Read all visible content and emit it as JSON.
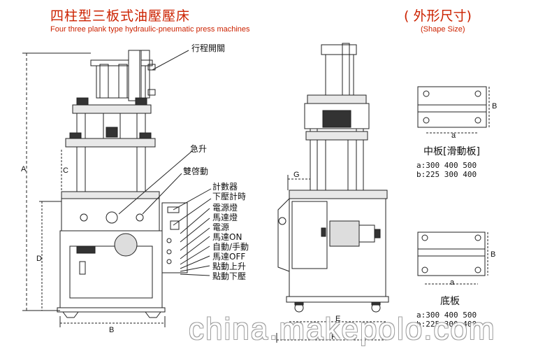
{
  "title": {
    "cn": "四柱型三板式油壓壓床",
    "en": "Four three plank type hydraulic-pneumatic press machines"
  },
  "shape": {
    "cn": "( 外形尺寸)",
    "en": "(Shape Size)"
  },
  "callouts": {
    "stroke_switch": "行程開關",
    "emergency_up": "急升",
    "two_hand": "雙啓動",
    "counter": "計數器",
    "press_timer": "下壓計時",
    "power_lamp": "電源燈",
    "motor_lamp": "馬達燈",
    "power": "電源",
    "motor_on": "馬達ON",
    "auto_manual": "自動/手動",
    "motor_off": "馬達OFF",
    "jog_up": "點動上升",
    "jog_down": "點動下壓"
  },
  "dimensions": {
    "a_front": "A",
    "b_front": "B",
    "c_front": "C",
    "d_front": "D",
    "e_side": "E",
    "f_side": "F",
    "g_side": "G",
    "mid_a": "a",
    "mid_b": "B",
    "base_a": "a",
    "base_b": "B"
  },
  "middle_plate": {
    "title": "中板[滑動板]",
    "row_a": "a:300   400   500",
    "row_b": "b:225   300   400"
  },
  "base_plate": {
    "title": "底板",
    "row_a": "a:300   400   500",
    "row_b": "b:225   300   400"
  },
  "watermark": "china.makepolo.com"
}
